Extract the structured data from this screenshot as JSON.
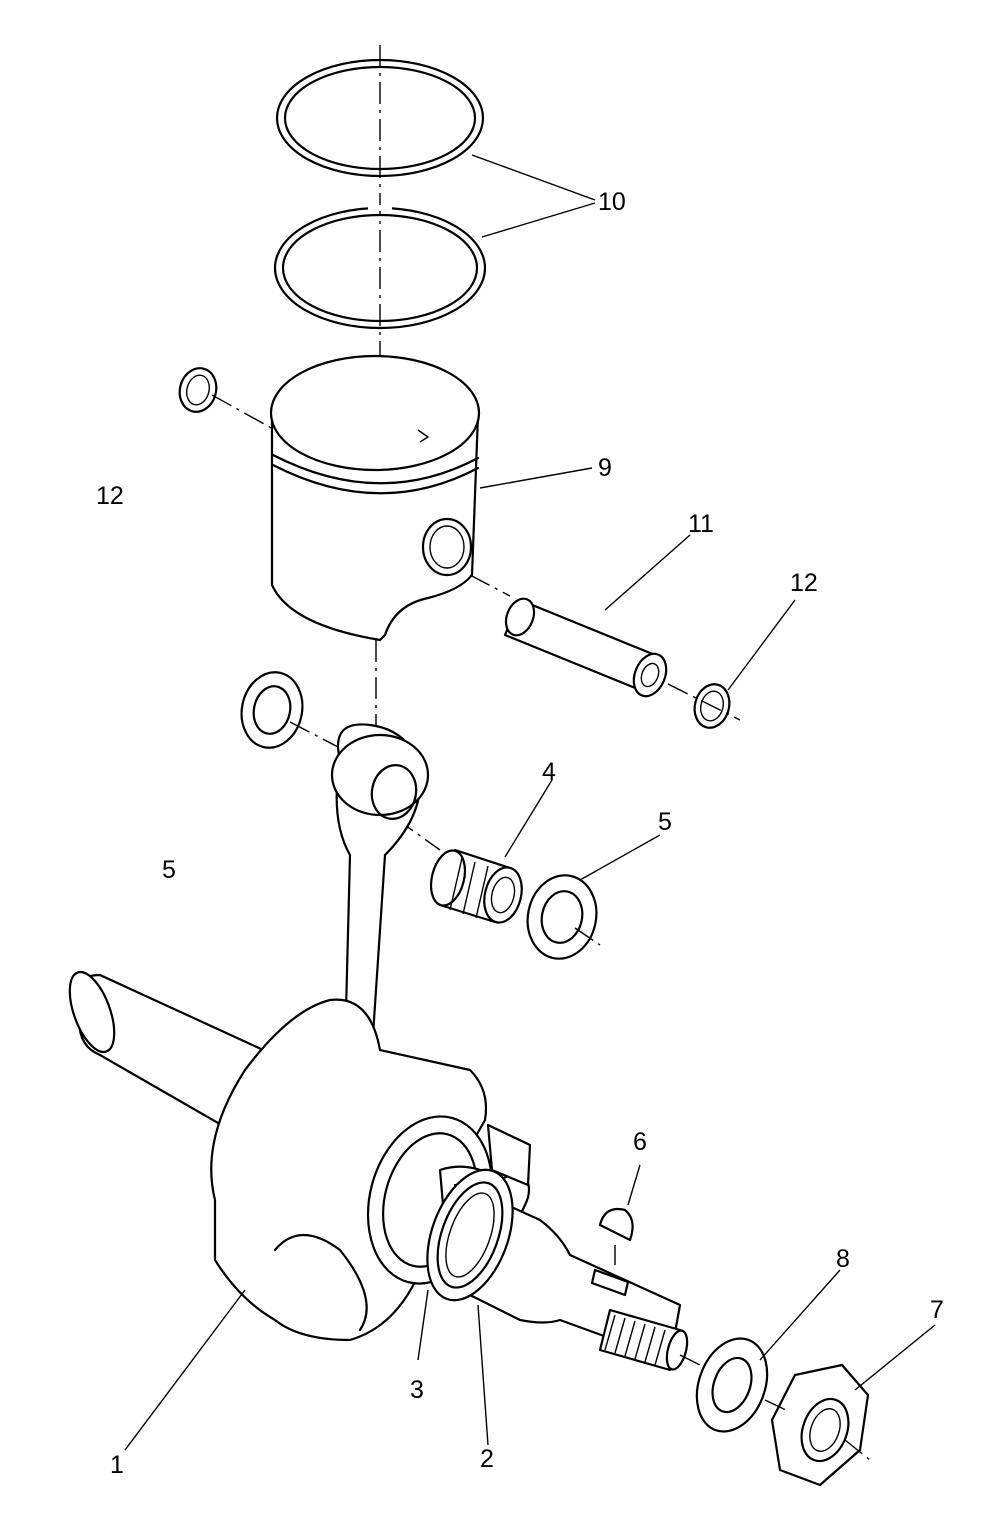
{
  "diagram": {
    "callouts": {
      "c1": "1",
      "c2": "2",
      "c3": "3",
      "c4": "4",
      "c5_right": "5",
      "c5_left": "5",
      "c6": "6",
      "c7": "7",
      "c8": "8",
      "c9": "9",
      "c10": "10",
      "c11": "11",
      "c12_right": "12",
      "c12_left": "12"
    }
  }
}
